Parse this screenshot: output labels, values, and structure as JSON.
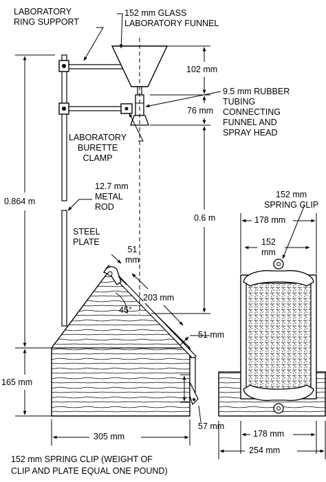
{
  "labels": {
    "ring_support_1": "LABORATORY",
    "ring_support_2": "RING SUPPORT",
    "funnel_1": "152 mm GLASS",
    "funnel_2": "LABORATORY FUNNEL",
    "dim_102": "102 mm",
    "tubing_1": "9.5 mm RUBBER",
    "tubing_2": "TUBING",
    "tubing_3": "CONNECTING",
    "tubing_4": "FUNNEL AND",
    "tubing_5": "SPRAY HEAD",
    "dim_76": "76 mm",
    "burette_1": "LABORATORY",
    "burette_2": "BURETTE",
    "burette_3": "CLAMP",
    "rod_1": "12.7 mm",
    "rod_2": "METAL",
    "rod_3": "ROD",
    "dim_0864": "0.864 m",
    "dim_06": "0.6 m",
    "steel_1": "STEEL",
    "steel_2": "PLATE",
    "dim_51_top_1": "51",
    "dim_51_top_2": "mm",
    "dim_203": "203 mm",
    "angle_45": "45°",
    "dim_51_side": "51 mm",
    "dim_165": "165 mm",
    "dim_57": "57 mm",
    "dim_305": "305 mm",
    "clip_1": "152 mm",
    "clip_2": "SPRING CLIP",
    "dim_178_top": "178 mm",
    "dim_152_1": "152",
    "dim_152_2": "mm",
    "dim_178_bottom": "178 mm",
    "dim_254": "254 mm",
    "caption_1": "152 mm SPRING CLIP (WEIGHT OF",
    "caption_2": "CLIP AND PLATE EQUAL ONE POUND)"
  }
}
